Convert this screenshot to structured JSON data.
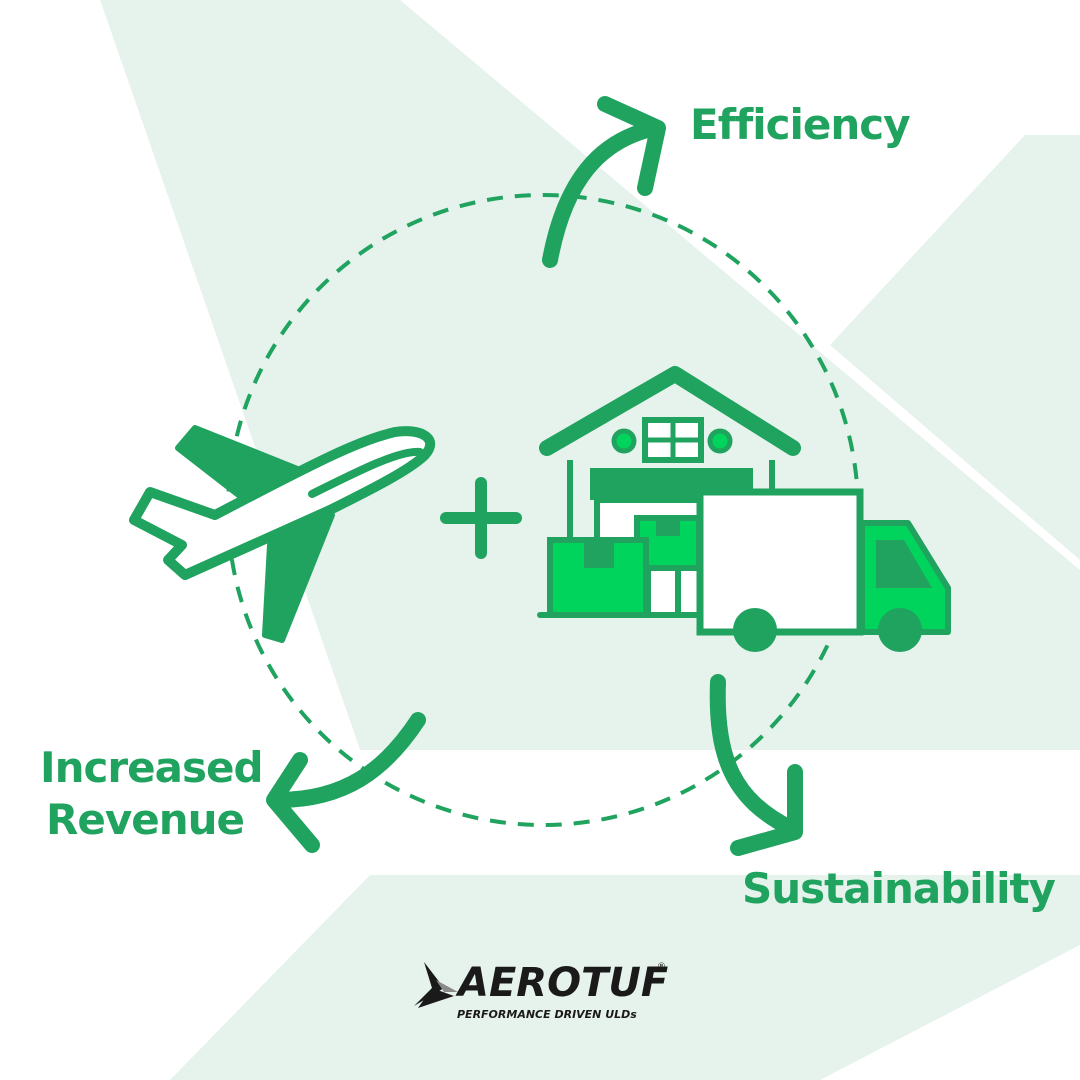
{
  "labels": {
    "efficiency": "Efficiency",
    "increased": "Increased",
    "revenue": "Revenue",
    "sustainability": "Sustainability"
  },
  "logo": {
    "word": "AEROTUF",
    "registered": "®",
    "tagline": "PERFORMANCE DRIVEN ULDs"
  },
  "icons": [
    "airplane-icon",
    "plus-icon",
    "warehouse-icon",
    "delivery-truck-icon",
    "cycle-arrow-icon"
  ],
  "colors": {
    "primary_green": "#1fa35f",
    "light_green": "#00d45c",
    "background_tint": "#e6f3ec",
    "logo_black": "#1a1a1a"
  }
}
